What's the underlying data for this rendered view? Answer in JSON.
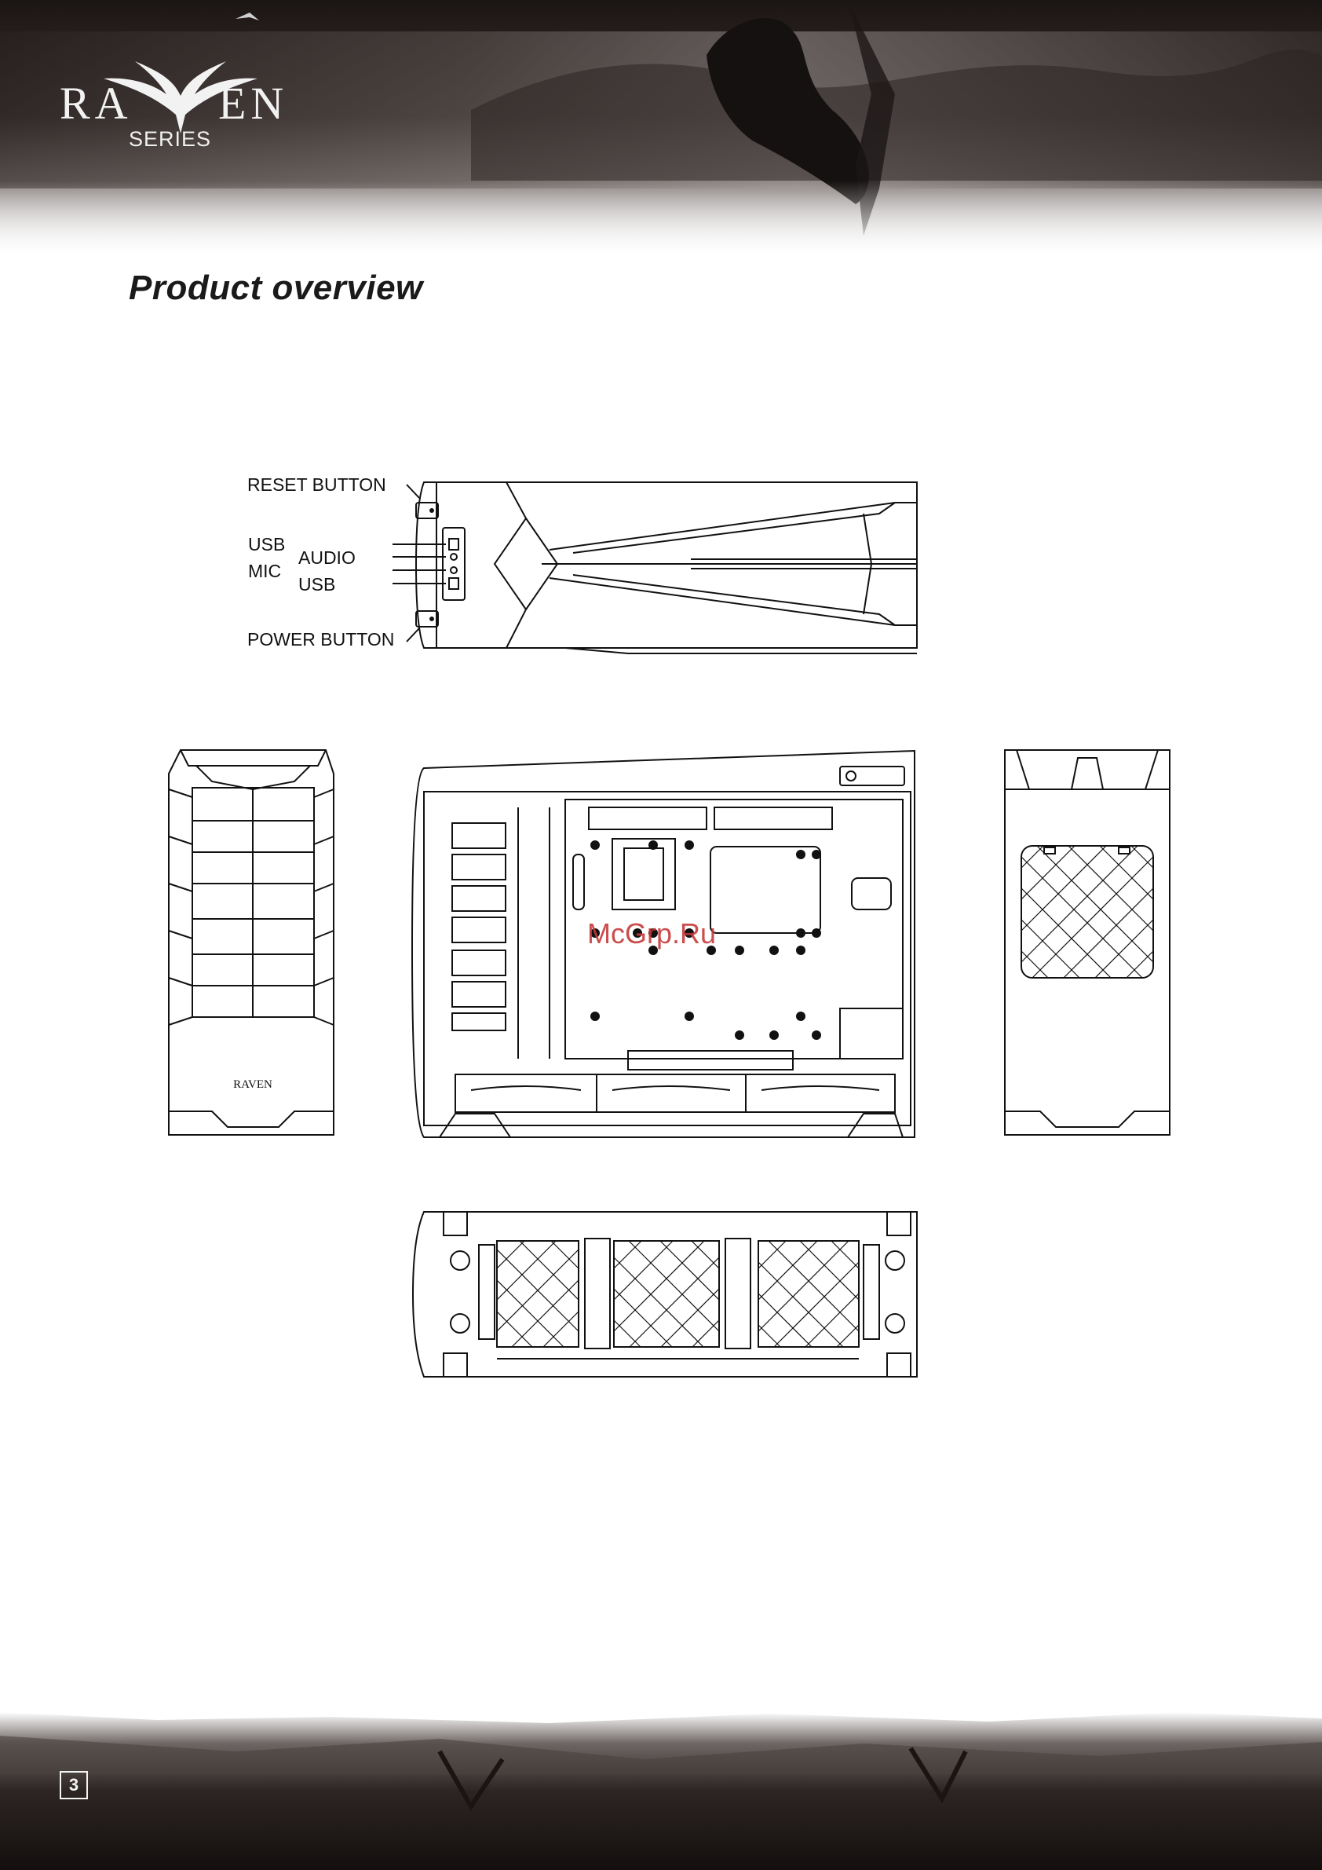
{
  "brand": {
    "name_left": "RA",
    "name_right": "EN",
    "series": "SERIES"
  },
  "page": {
    "title": "Product overview",
    "number": "3"
  },
  "front_panel": {
    "callouts": {
      "reset": "RESET BUTTON",
      "usb_top": "USB",
      "audio": "AUDIO",
      "mic": "MIC",
      "usb_bottom": "USB",
      "power": "POWER BUTTON"
    }
  },
  "front_view": {
    "logo_text": "RAVEN"
  },
  "watermark": "McGrp.Ru"
}
